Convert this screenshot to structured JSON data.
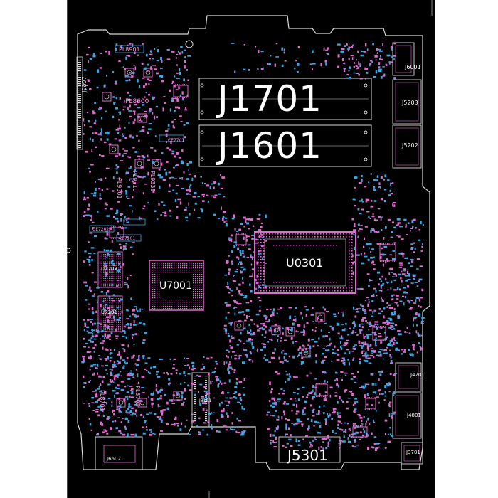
{
  "board": {
    "colors": {
      "background": "#000000",
      "outline": "#d8d8d8",
      "top_component": "#e26ad0",
      "bottom_component": "#3aa8e8",
      "text": "#ffffff"
    },
    "large_labels": [
      "J1701",
      "J1601",
      "U0301",
      "U7001",
      "J5301"
    ],
    "small_labels": [
      "J6001",
      "J5203",
      "J5202",
      "J4201",
      "J4801",
      "J3701",
      "J6602",
      "J5101",
      "U7202",
      "U7201"
    ],
    "component_labels": [
      "PL8901",
      "PL8600",
      "CE7701",
      "CE7202",
      "CE7201",
      "PL8701",
      "PL8702",
      "PL9301",
      "PL9310",
      "PL9330",
      "J0807"
    ]
  }
}
